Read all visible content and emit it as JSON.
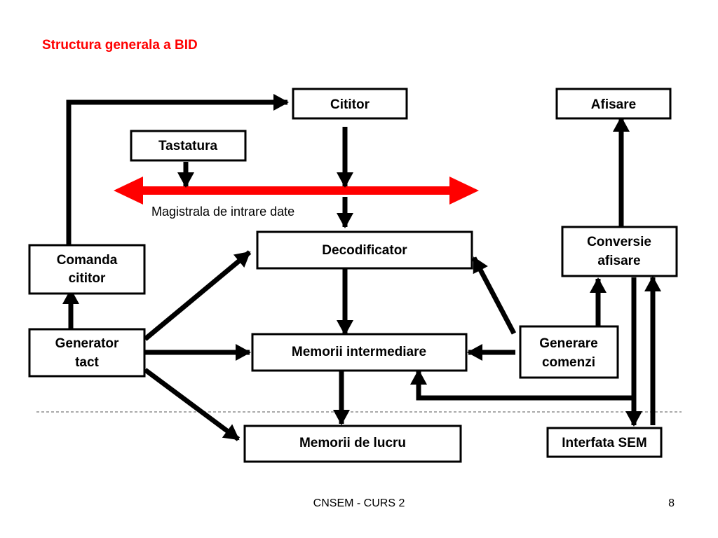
{
  "slide": {
    "title": "Structura generala a BID",
    "footer": "CNSEM - CURS 2",
    "page_number": "8"
  },
  "colors": {
    "title": "#ff0000",
    "bus": "#ff0000",
    "line": "#000000",
    "box_border": "#000000",
    "dashed_line": "#555555"
  },
  "blocks": {
    "cititor": "Cititor",
    "afisare": "Afisare",
    "tastatura": "Tastatura",
    "decodificator": "Decodificator",
    "comanda_cititor": [
      "Comanda",
      "cititor"
    ],
    "conversie_afisare": [
      "Conversie",
      "afisare"
    ],
    "generator_tact": [
      "Generator",
      "tact"
    ],
    "memorii_intermediare": "Memorii intermediare",
    "generare_comenzi": [
      "Generare",
      "comenzi"
    ],
    "memorii_de_lucru": "Memorii de lucru",
    "interfata_sem": "Interfata SEM"
  },
  "bus_label": "Magistrala de intrare date"
}
